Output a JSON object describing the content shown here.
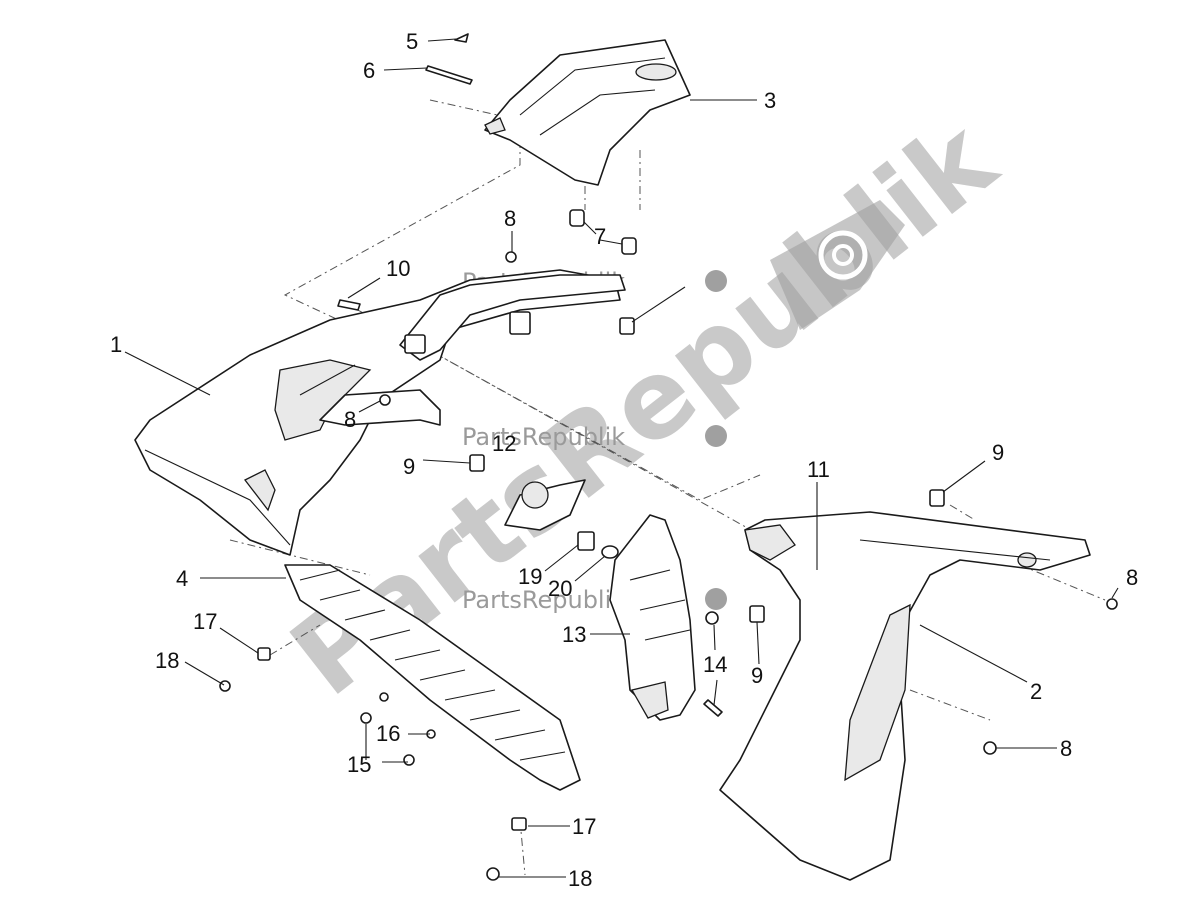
{
  "watermark": {
    "brand": "PartsRepublik",
    "color": "#c9c9c9"
  },
  "callouts": [
    {
      "id": "c5",
      "label": "5"
    },
    {
      "id": "c6",
      "label": "6"
    },
    {
      "id": "c3",
      "label": "3"
    },
    {
      "id": "c8a",
      "label": "8"
    },
    {
      "id": "c7",
      "label": "7"
    },
    {
      "id": "c10",
      "label": "10"
    },
    {
      "id": "c1",
      "label": "1"
    },
    {
      "id": "c8b",
      "label": "8"
    },
    {
      "id": "c12",
      "label": "12"
    },
    {
      "id": "c9a",
      "label": "9"
    },
    {
      "id": "c11",
      "label": "11"
    },
    {
      "id": "c9b",
      "label": "9"
    },
    {
      "id": "c8c",
      "label": "8"
    },
    {
      "id": "c4",
      "label": "4"
    },
    {
      "id": "c19",
      "label": "19"
    },
    {
      "id": "c20",
      "label": "20"
    },
    {
      "id": "c17a",
      "label": "17"
    },
    {
      "id": "c18a",
      "label": "18"
    },
    {
      "id": "c13",
      "label": "13"
    },
    {
      "id": "c14",
      "label": "14"
    },
    {
      "id": "c9c",
      "label": "9"
    },
    {
      "id": "c2",
      "label": "2"
    },
    {
      "id": "c16",
      "label": "16"
    },
    {
      "id": "c15",
      "label": "15"
    },
    {
      "id": "c8d",
      "label": "8"
    },
    {
      "id": "c17b",
      "label": "17"
    },
    {
      "id": "c18b",
      "label": "18"
    }
  ]
}
